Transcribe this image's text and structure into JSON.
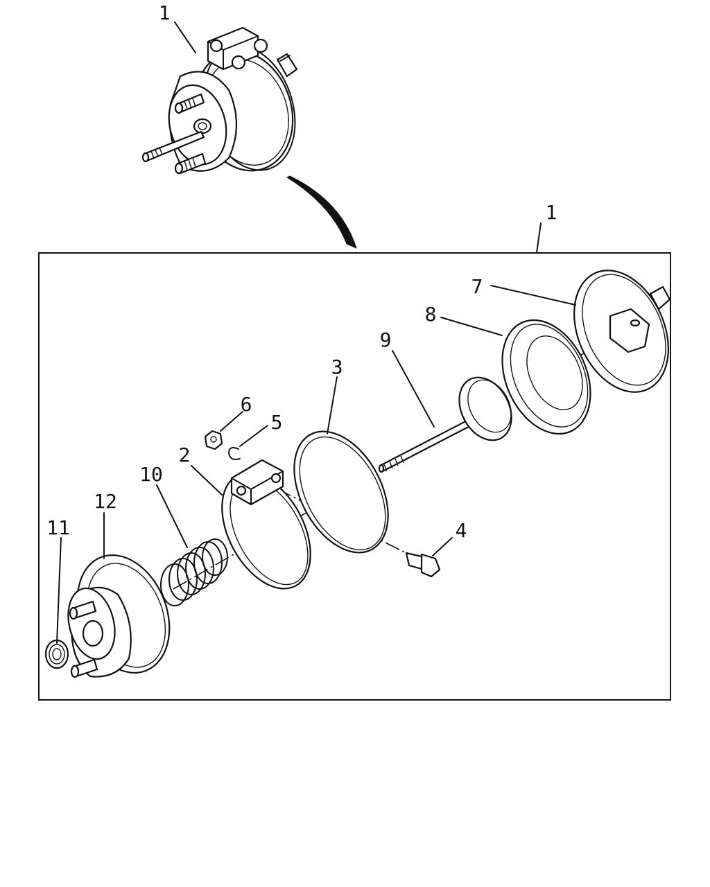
{
  "callouts": {
    "assembly_top": "1",
    "assembly_box": "1",
    "clamp_ring": "2",
    "seal_ring": "3",
    "bolt": "4",
    "washer": "5",
    "nut": "6",
    "housing_cap": "7",
    "diaphragm": "8",
    "push_rod": "9",
    "spring": "10",
    "lock_nut": "11",
    "non_pressure_housing": "12"
  }
}
